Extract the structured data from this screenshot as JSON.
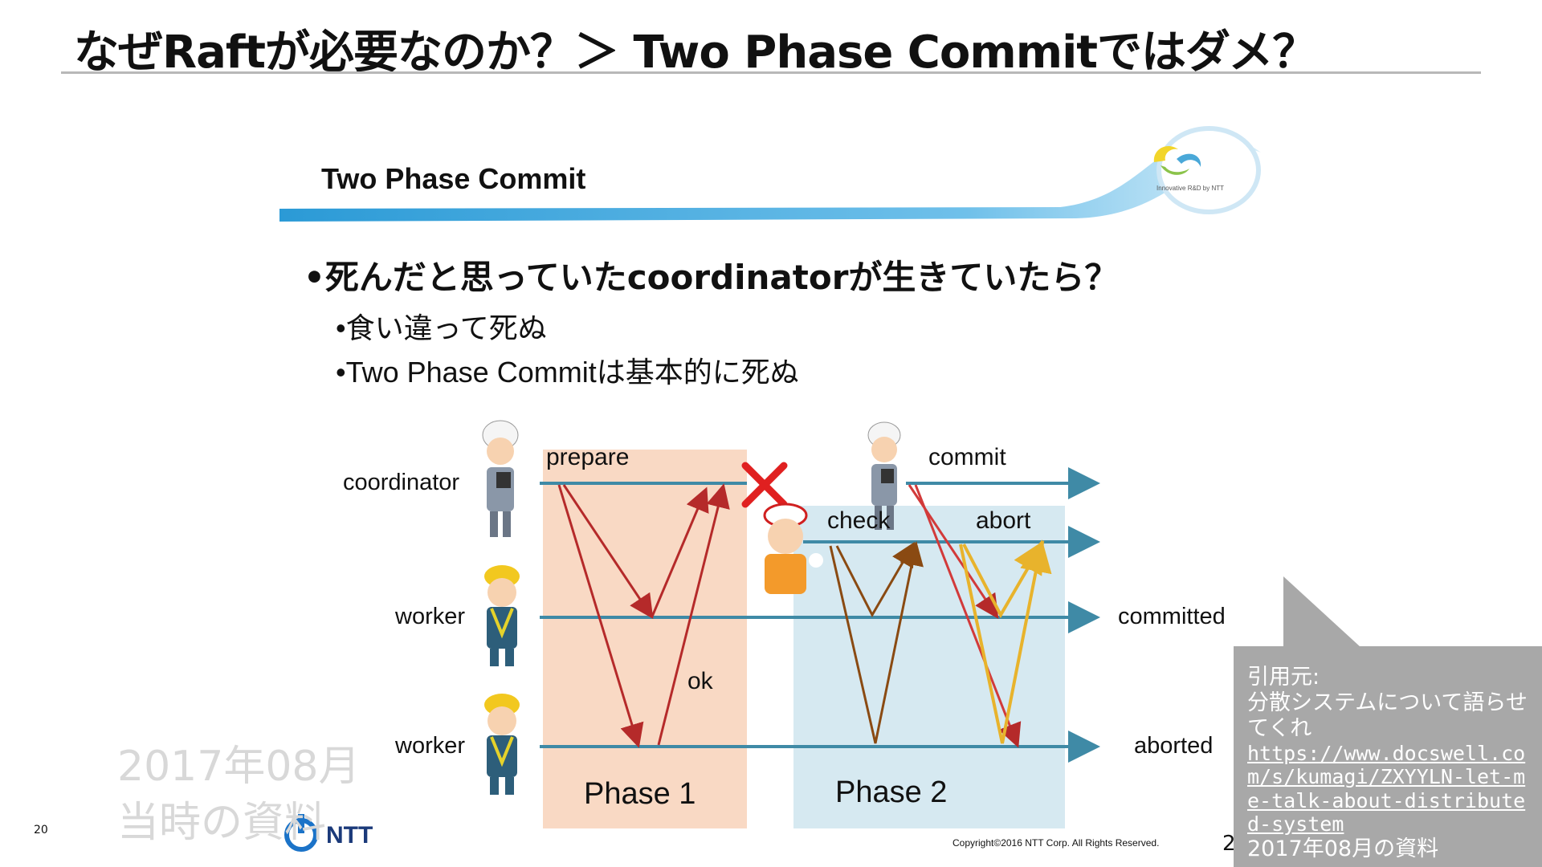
{
  "slide": {
    "title": "なぜRaftが必要なのか？＞ Two Phase Commitではダメ？",
    "page_number": "20",
    "page_number_right": "2"
  },
  "inner_slide": {
    "title": "Two Phase Commit",
    "logo_caption": "Innovative R&D by NTT",
    "bullet": "•死んだと思っていたcoordinatorが生きていたら？",
    "sub_bullets": [
      "•食い違って死ぬ",
      "•Two  Phase  Commitは基本的に死ぬ"
    ],
    "brand": "NTT",
    "copyright": "Copyright©2016  NTT Corp. All Rights Reserved."
  },
  "diagram": {
    "lanes": {
      "coordinator": "coordinator",
      "worker1": "worker",
      "worker2": "worker"
    },
    "messages": {
      "prepare": "prepare",
      "ok": "ok",
      "commit": "commit",
      "check": "check",
      "abort": "abort"
    },
    "outcomes": {
      "committed": "committed",
      "aborted": "aborted"
    },
    "phases": [
      "Phase 1",
      "Phase 2"
    ],
    "colors": {
      "phase1_bg": "#f9d9c4",
      "phase2_bg": "#d6e9f1",
      "lane_arrow": "#3f8aa6",
      "phase1_msgs": "#b52a2a",
      "check_msgs": "#8a4a12",
      "abort_msgs": "#e8b32c",
      "cross": "#e02020"
    }
  },
  "watermark": [
    "2017年08月",
    "当時の資料"
  ],
  "callout": {
    "label": "引用元:",
    "source": "分散システムについて語らせてくれ",
    "url": "https://www.docswell.com/s/kumagi/ZXYYLN-let-me-talk-about-distributed-system",
    "date_note": "2017年08月の資料"
  }
}
